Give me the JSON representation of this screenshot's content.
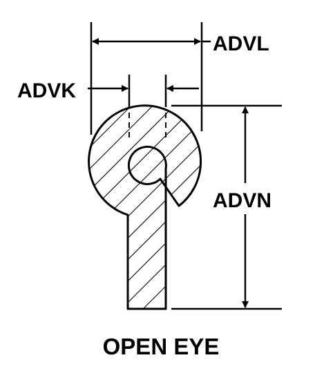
{
  "diagram": {
    "dimensions": {
      "top_width": "ADVL",
      "gap_width": "ADVK",
      "height": "ADVN"
    },
    "caption": "OPEN EYE"
  },
  "colors": {
    "ink": "#000000",
    "background": "#ffffff"
  }
}
